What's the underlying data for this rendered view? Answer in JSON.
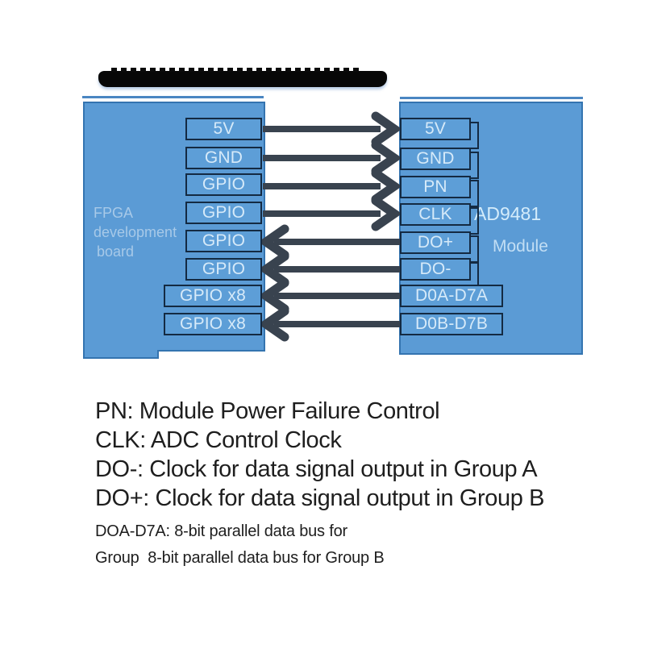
{
  "diagram": {
    "left_panel": {
      "name_lines": [
        "FPGA",
        "development",
        "board"
      ],
      "pins": [
        "5V",
        "GND",
        "GPIO",
        "GPIO",
        "GPIO",
        "GPIO",
        "GPIO x8",
        "GPIO x8"
      ]
    },
    "right_panel": {
      "title": "AD9481",
      "subtitle": "Module",
      "pins": [
        "5V",
        "GND",
        "PN",
        "CLK",
        "DO+",
        "DO-",
        "D0A-D7A",
        "D0B-D7B"
      ]
    },
    "connections": [
      {
        "left": "5V",
        "right": "5V",
        "direction": "left-to-right"
      },
      {
        "left": "GND",
        "right": "GND",
        "direction": "left-to-right"
      },
      {
        "left": "GPIO",
        "right": "PN",
        "direction": "left-to-right"
      },
      {
        "left": "GPIO",
        "right": "CLK",
        "direction": "left-to-right"
      },
      {
        "left": "GPIO",
        "right": "DO+",
        "direction": "right-to-left"
      },
      {
        "left": "GPIO",
        "right": "DO-",
        "direction": "right-to-left"
      },
      {
        "left": "GPIO x8",
        "right": "D0A-D7A",
        "direction": "right-to-left"
      },
      {
        "left": "GPIO x8",
        "right": "D0B-D7B",
        "direction": "right-to-left"
      }
    ]
  },
  "notes": {
    "big": [
      "PN: Module Power Failure Control",
      "CLK: ADC Control Clock",
      "DO-: Clock for data signal output in Group A",
      "DO+: Clock for data signal output in Group B"
    ],
    "small": [
      "DOA-D7A: 8-bit parallel data bus for",
      "Group  8-bit parallel data bus for Group B"
    ]
  },
  "colors": {
    "panel_blue": "#5b9bd5",
    "panel_border": "#3474b0",
    "pin_border": "#142a42",
    "pin_text": "#d6eaf9",
    "arrow": "#39434f",
    "thin_line": "#4a86c2",
    "photo_bar": "#070707",
    "note_text": "#1e1e1e",
    "panel_label": "#a7c9e8"
  }
}
